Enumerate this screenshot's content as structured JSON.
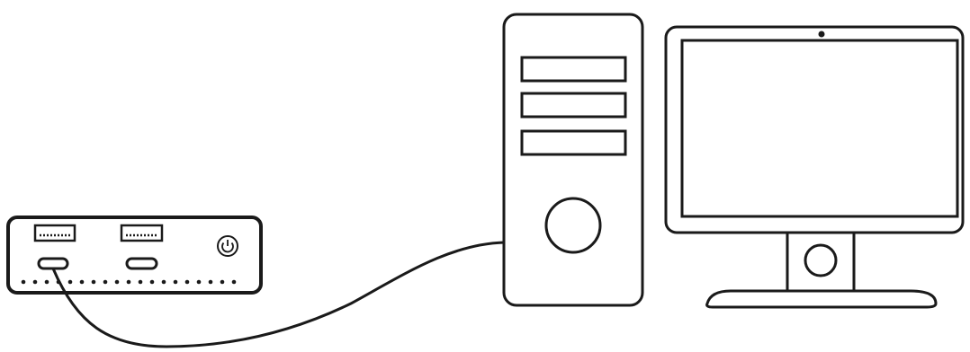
{
  "diagram": {
    "devices": [
      {
        "id": "usb-hub",
        "icon": "usb-hub-icon"
      },
      {
        "id": "tower",
        "icon": "desktop-tower-icon"
      },
      {
        "id": "monitor",
        "icon": "monitor-icon"
      }
    ],
    "connections": [
      {
        "from": "usb-hub",
        "to": "tower",
        "port": "usb-c-port-left"
      }
    ]
  },
  "colors": {
    "stroke": "#1a1a1a",
    "background": "#ffffff"
  }
}
